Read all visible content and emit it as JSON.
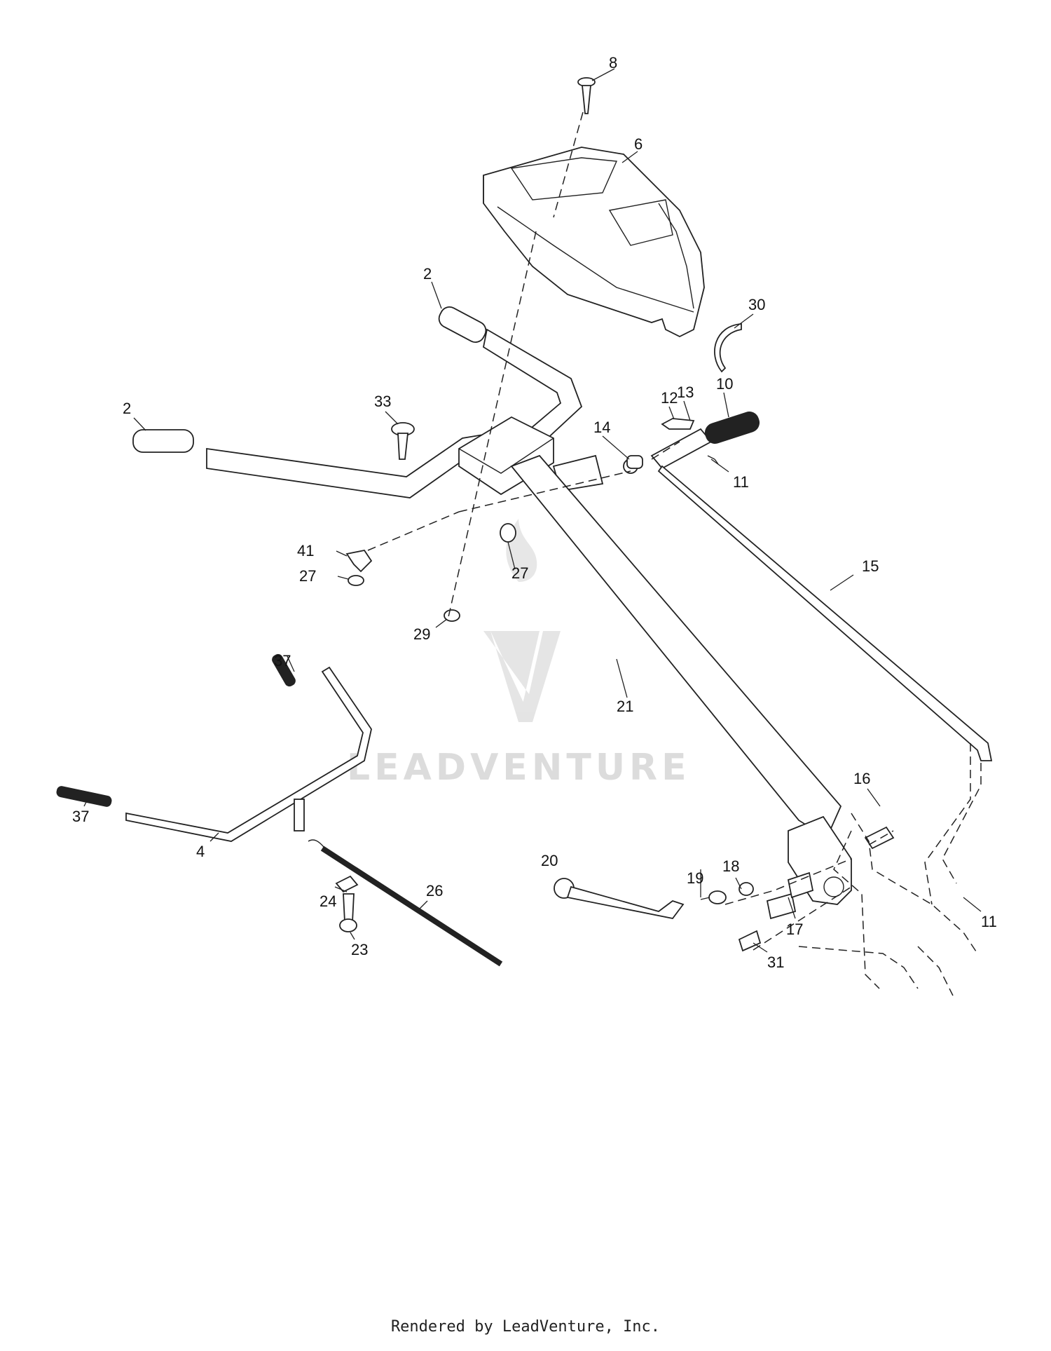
{
  "callouts": [
    "8",
    "6",
    "2",
    "30",
    "2",
    "33",
    "10",
    "12",
    "13",
    "14",
    "11",
    "41",
    "27",
    "27",
    "15",
    "29",
    "37",
    "21",
    "37",
    "4",
    "16",
    "20",
    "19",
    "18",
    "26",
    "24",
    "17",
    "11",
    "23",
    "31"
  ],
  "watermark": {
    "brand": "LEADVENTURE"
  },
  "footer": {
    "credit": "Rendered by LeadVenture, Inc."
  }
}
